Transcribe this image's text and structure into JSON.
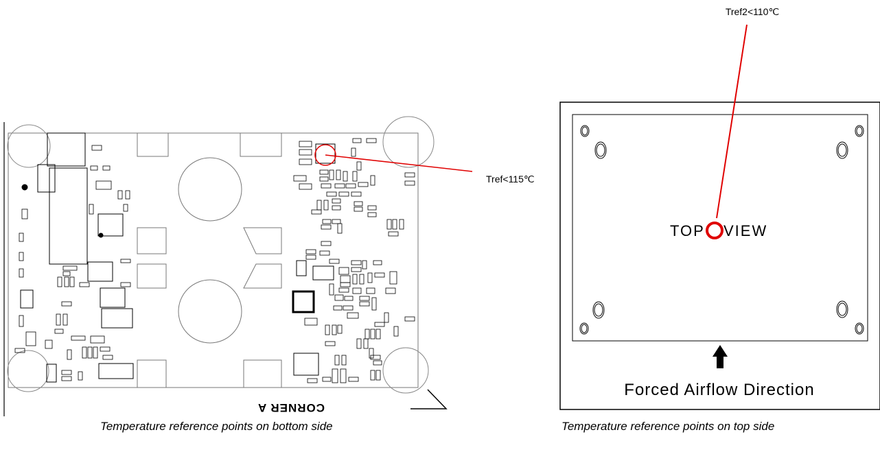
{
  "annotations": {
    "tref_bottom": "Tref<115℃",
    "tref_top": "Tref2<110℃"
  },
  "board": {
    "corner_label": "CORNER A",
    "top_view_left": "TOP",
    "top_view_right": "VIEW",
    "airflow_label": "Forced Airflow Direction"
  },
  "captions": {
    "bottom": "Temperature reference points on bottom side",
    "top": "Temperature reference points on top side"
  },
  "colors": {
    "marker": "#e00000",
    "line": "#000000"
  }
}
